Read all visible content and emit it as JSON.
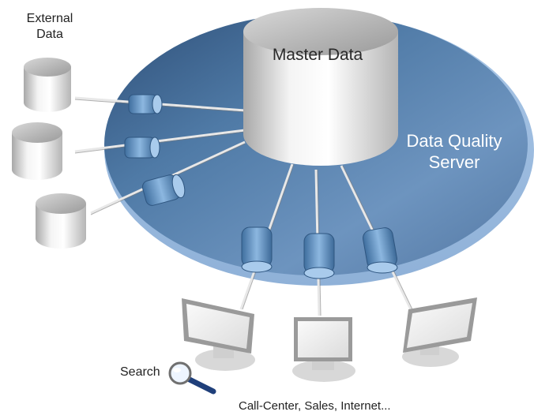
{
  "labels": {
    "external_data": "External\nData",
    "master_data": "Master Data",
    "data_quality_server": "Data Quality\nServer",
    "search": "Search",
    "channels": "Call-Center, Sales, Internet..."
  },
  "nodes": {
    "external_databases": [
      "external-db",
      "external-db",
      "external-db"
    ],
    "connectors_left": [
      "connector",
      "connector",
      "connector"
    ],
    "connectors_bottom": [
      "connector",
      "connector",
      "connector"
    ],
    "monitors": [
      "monitor",
      "monitor",
      "monitor"
    ]
  },
  "colors": {
    "server_disk": "#5a7ea6",
    "connector": "#6f9fd0",
    "cylinder": "#e6e6e6"
  },
  "icons": {
    "search": "magnifier-icon"
  }
}
